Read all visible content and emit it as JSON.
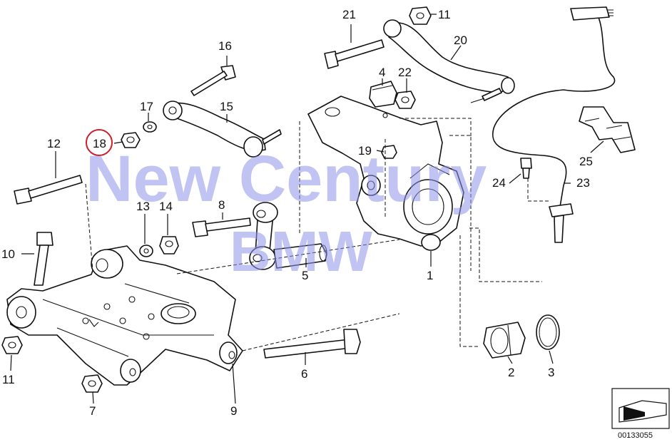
{
  "watermark": {
    "line1": "New Century",
    "line2": "BMW",
    "color": "#8f93ea"
  },
  "callouts": {
    "n1": "1",
    "n2": "2",
    "n3": "3",
    "n4": "4",
    "n5": "5",
    "n6": "6",
    "n7": "7",
    "n8": "8",
    "n9": "9",
    "n10": "10",
    "n11a": "11",
    "n11b": "11",
    "n12": "12",
    "n13": "13",
    "n14": "14",
    "n15": "15",
    "n16": "16",
    "n17": "17",
    "n18": "18",
    "n19": "19",
    "n20": "20",
    "n21": "21",
    "n22": "22",
    "n23": "23",
    "n24": "24",
    "n25": "25"
  },
  "highlight": {
    "part": "18",
    "color": "#cc1f2a"
  },
  "catalog_number": "00133055"
}
